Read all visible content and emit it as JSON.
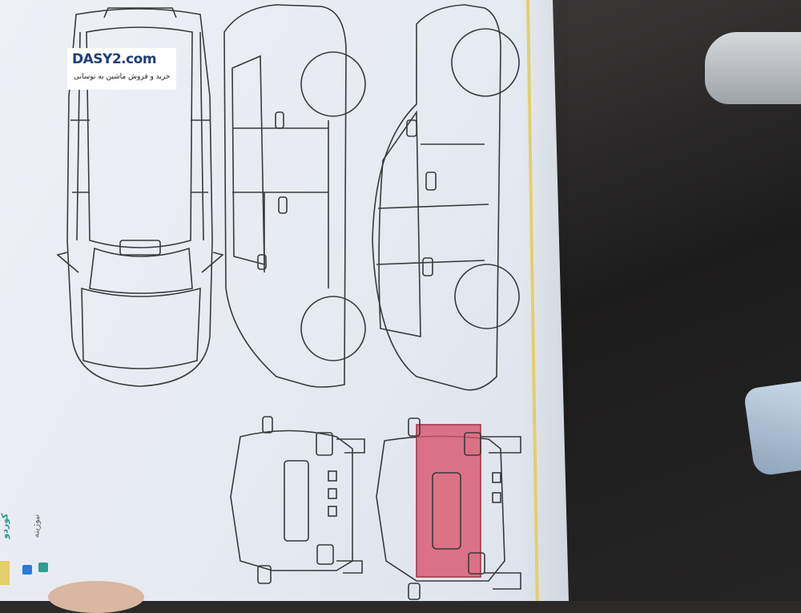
{
  "logo": {
    "brand": "DASY2.com",
    "tagline": "خرید و فروش ماشین به نوسانی"
  },
  "side_labels": [
    "کوردو",
    "نیوژینه"
  ],
  "colors": {
    "paper": "#e8ecf2",
    "line": "#3a3a3a",
    "highlight": "#d9546a",
    "yellow_line": "#e4cf6a",
    "brand_blue": "#1f3f7a"
  }
}
